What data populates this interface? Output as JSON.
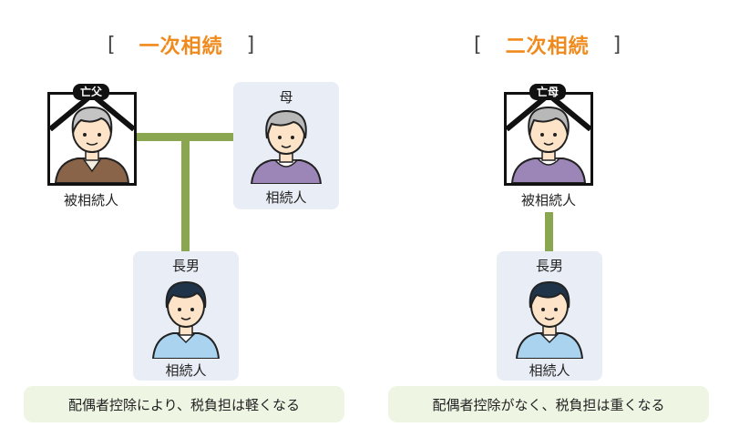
{
  "left": {
    "heading": {
      "open": "[",
      "title": "一次相続",
      "close": "]"
    },
    "deceased_tag": "亡父",
    "deceased_label": "被相続人",
    "spouse_relation": "母",
    "spouse_label": "相続人",
    "child_relation": "長男",
    "child_label": "相続人",
    "note": "配偶者控除により、税負担は軽くなる"
  },
  "right": {
    "heading": {
      "open": "[",
      "title": "二次相続",
      "close": "]"
    },
    "deceased_tag": "亡母",
    "deceased_label": "被相続人",
    "child_relation": "長男",
    "child_label": "相続人",
    "note": "配偶者控除がなく、税負担は重くなる"
  },
  "colors": {
    "accent_orange": "#f08a1c",
    "connector_green": "#8aa650",
    "card_bg": "#e9edf5",
    "note_bg": "#eef5e3"
  },
  "icons": [
    "father-avatar-icon",
    "mother-avatar-icon",
    "son-avatar-icon",
    "mourning-ribbon-icon"
  ]
}
